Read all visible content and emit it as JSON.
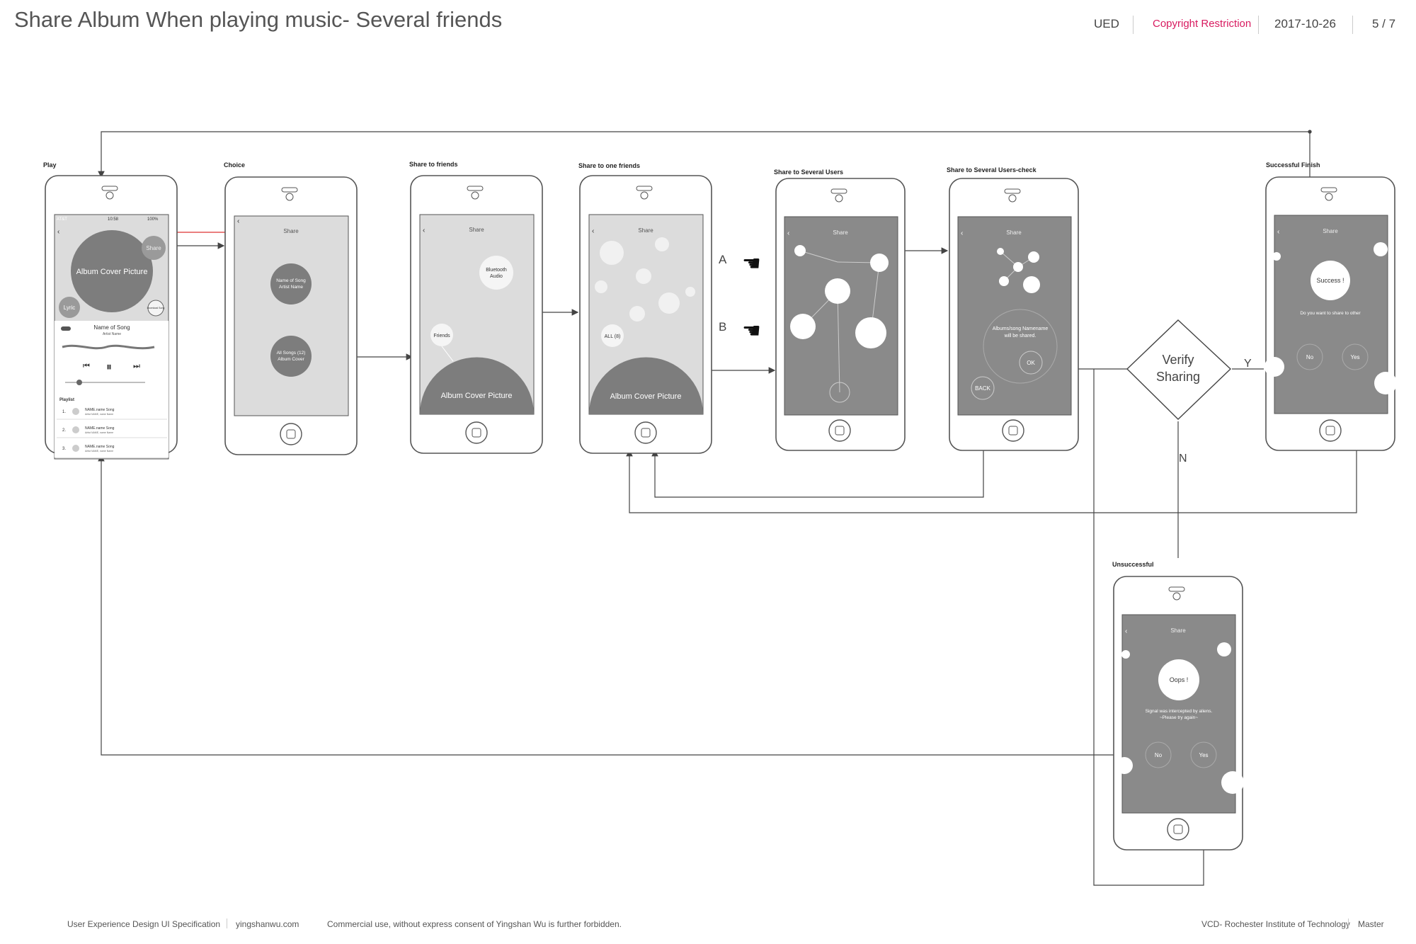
{
  "header": {
    "title": "Share Album When playing music- Several friends",
    "ued": "UED",
    "copyright": "Copyright Restriction",
    "date": "2017-10-26",
    "page": "5 / 7"
  },
  "footer": {
    "spec": "User Experience Design UI Specification",
    "site": "yingshanwu.com",
    "notice": "Commercial use, without express consent of Yingshan Wu is further forbidden.",
    "institution": "VCD- Rochester Institute of Technology",
    "master": "Master"
  },
  "screens": {
    "play": {
      "label": "Play",
      "carrier": "AT&T",
      "time": "10:58",
      "battery": "100%",
      "album": "Album Cover Picture",
      "share": "Share",
      "lyric": "Lyric",
      "download": "Download Song",
      "song": "Name of Song",
      "artist": "Artist Name",
      "playlist": "Playlist",
      "tracks": [
        {
          "n": "1.",
          "name": "NAME.name Song",
          "artist": "Artist NAME, name Name"
        },
        {
          "n": "2.",
          "name": "NAME.name Song",
          "artist": "Artist NAME, name Name"
        },
        {
          "n": "3.",
          "name": "NAME.name Song",
          "artist": "Artist NAME, name Name"
        }
      ]
    },
    "choice": {
      "label": "Choice",
      "nav": "Share",
      "opt1a": "Name of Song",
      "opt1b": "Artist Name",
      "opt2a": "All Songs (12)",
      "opt2b": "Album Cover"
    },
    "friends": {
      "label": "Share to friends",
      "nav": "Share",
      "bt1": "Bluetooth",
      "bt2": "Audio",
      "friends": "Friends",
      "album": "Album Cover Picture"
    },
    "one": {
      "label": "Share to one friends",
      "nav": "Share",
      "all": "ALL (8)",
      "album": "Album Cover Picture",
      "a": "A",
      "b": "B"
    },
    "several": {
      "label": "Share to Several Users",
      "nav": "Share"
    },
    "check": {
      "label": "Share to Several Users-check",
      "nav": "Share",
      "msg1": "Albums/song Namename",
      "msg2": "will be shared.",
      "ok": "OK",
      "back": "BACK"
    },
    "verify": {
      "l1": "Verify",
      "l2": "Sharing",
      "y": "Y",
      "n": "N"
    },
    "success": {
      "label": "Successful Finish",
      "nav": "Share",
      "badge": "Success !",
      "question": "Do you want to share to other",
      "no": "No",
      "yes": "Yes"
    },
    "fail": {
      "label": "Unsuccessful",
      "nav": "Share",
      "badge": "Oops !",
      "msg1": "Signal was intercepted by aliens.",
      "msg2": "~Please try again~",
      "no": "No",
      "yes": "Yes"
    }
  }
}
